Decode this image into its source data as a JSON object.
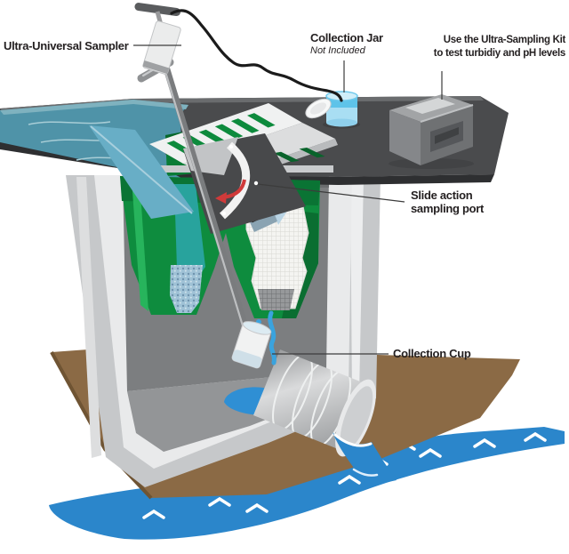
{
  "diagram": {
    "title": "Ultra-Universal Sampler storm drain illustration",
    "labels": {
      "sampler": "Ultra-Universal Sampler",
      "collection_jar": "Collection Jar",
      "collection_jar_note": "Not Included",
      "kit_line1": "Use the Ultra-Sampling Kit",
      "kit_line2": "to test turbidiy and pH levels",
      "port_line1": "Slide action",
      "port_line2": "sampling port",
      "collection_cup": "Collection Cup"
    },
    "colors": {
      "platform_gray": "#4a4b4d",
      "platform_edge": "#2e2f31",
      "street_water_teal": "#4f93a8",
      "falling_water": "#68aec6",
      "insert_green": "#0e8c3e",
      "insert_green_dark": "#0a6e31",
      "funnel_gray": "#48494b",
      "arrow_red": "#d03a3a",
      "concrete_light": "#c6c8ca",
      "concrete_frame": "#e9eaeb",
      "vault_interior": "#7c7e80",
      "vault_floor": "#939597",
      "dirt_brown": "#8b6a45",
      "stream_blue": "#2b86cb",
      "jar_blue": "#a9def3",
      "cable_black": "#1b1b1b",
      "label_text": "#231f20"
    }
  }
}
